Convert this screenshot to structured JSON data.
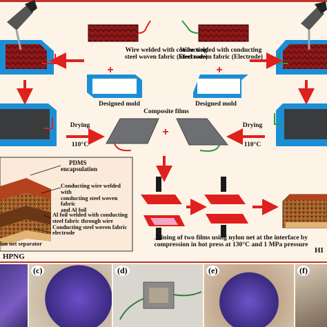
{
  "labels": {
    "wire_left": "Wire welded with conducting",
    "wire_left_2": "steel woven fabric (Electrode)",
    "wire_right": "Wire welded with conducting",
    "wire_right_2": "Steel woven fabric (Electrode)",
    "plus": "+",
    "mold_left": "Designed mold",
    "mold_right": "Designed mold",
    "composite_films": "Composite films",
    "drying_left": "Drying",
    "temp_left": "110°C",
    "drying_right": "Drying",
    "temp_right": "110°C",
    "pdms": "PDMS",
    "pdms_2": "encapsulation",
    "cw1": "Conducting wire welded with",
    "cw2": "conducting steel woven fabric",
    "cw3": "and Al foil",
    "al1": "Al foil welded with conducting",
    "al2": "steel fabric through wire",
    "al3": "Conducting steel woven fabric",
    "al4": "electrode",
    "nylon": "lon net separator",
    "join1": "Joining of two films using nylon net at the interface by",
    "join2": "compression in hot press at 130°C and 1 MPa pressure",
    "hpng_left": "HPNG",
    "hpng_right": "HI"
  },
  "photos": [
    {
      "tag": "",
      "name": "photo-b"
    },
    {
      "tag": "(c)",
      "name": "photo-c"
    },
    {
      "tag": "(d)",
      "name": "photo-d"
    },
    {
      "tag": "(e)",
      "name": "photo-e"
    },
    {
      "tag": "(f)",
      "name": "photo-f"
    }
  ],
  "colors": {
    "arrow": "#e0201c",
    "mold": "#1b8fd6",
    "fabric": "#9b1a1a",
    "film": "#6d6f72",
    "frame": "#e0201c"
  }
}
